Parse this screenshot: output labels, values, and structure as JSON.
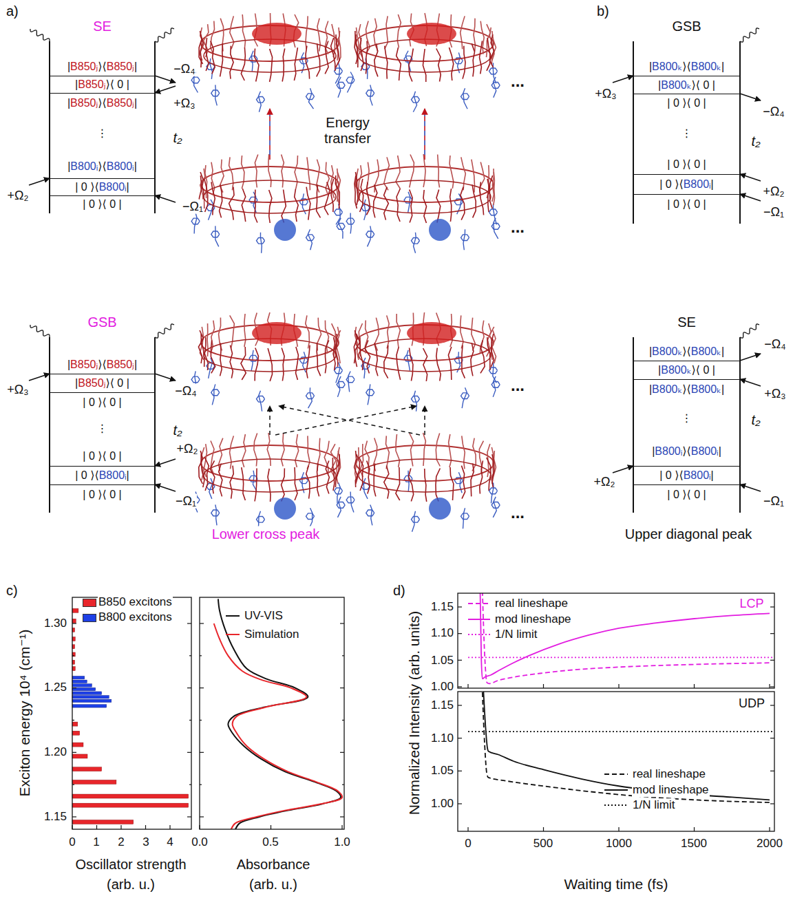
{
  "diagram": {
    "nodes": [
      {
        "text": [
          "SE"
        ]
      },
      {
        "text": [
          "|B850ⱼ⟩⟨B850ⱼ|"
        ],
        "in": 0
      },
      {
        "text": [
          "|B850ⱼ⟩⟨ 0 |"
        ],
        "in": 0
      },
      {
        "text": [
          "|B850ⱼ⟩⟨B850ⱼ|"
        ],
        "in": 0
      },
      {
        "text": [
          "⋮"
        ],
        "in": 0
      },
      {
        "text": [
          "|B800ᵢ⟩⟨B800ᵢ|"
        ],
        "in": 0
      },
      {
        "text": [
          "| 0 ⟩⟨B800ᵢ|"
        ],
        "in": 0
      },
      {
        "text": [
          "| 0 ⟩⟨ 0 |"
        ],
        "in": 0
      },
      {
        "text": [
          "GSB"
        ]
      },
      {
        "text": [
          "|B800ₖ⟩⟨B800ₖ|"
        ],
        "in": 8
      },
      {
        "text": [
          "|B800ₖ⟩⟨ 0 |"
        ],
        "in": 8
      },
      {
        "text": [
          "| 0 ⟩⟨ 0 |"
        ],
        "in": 8
      },
      {
        "text": [
          "⋮"
        ],
        "in": 8
      },
      {
        "text": [
          "| 0 ⟩⟨ 0 |"
        ],
        "in": 8
      },
      {
        "text": [
          "| 0 ⟩⟨B800ᵢ|"
        ],
        "in": 8
      },
      {
        "text": [
          "| 0 ⟩⟨ 0 |"
        ],
        "in": 8
      },
      {
        "text": [
          "GSB"
        ]
      },
      {
        "text": [
          "|B850ⱼ⟩⟨B850ⱼ|"
        ],
        "in": 16
      },
      {
        "text": [
          "|B850ⱼ⟩⟨ 0 |"
        ],
        "in": 16
      },
      {
        "text": [
          "| 0 ⟩⟨ 0 |"
        ],
        "in": 16
      },
      {
        "text": [
          "⋮"
        ],
        "in": 16
      },
      {
        "text": [
          "| 0 ⟩⟨ 0 |"
        ],
        "in": 16
      },
      {
        "text": [
          "| 0 ⟩⟨B800ᵢ|"
        ],
        "in": 16
      },
      {
        "text": [
          "| 0 ⟩⟨ 0 |"
        ],
        "in": 16
      },
      {
        "text": [
          "SE"
        ]
      },
      {
        "text": [
          "|B800ₖ⟩⟨B800ₖ|"
        ],
        "in": 24
      },
      {
        "text": [
          "|B800ₖ⟩⟨ 0 |"
        ],
        "in": 24
      },
      {
        "text": [
          "|B800ₖ⟩⟨B800ₖ|"
        ],
        "in": 24
      },
      {
        "text": [
          "⋮"
        ],
        "in": 24
      },
      {
        "text": [
          "|B800ᵢ⟩⟨B800ᵢ|"
        ],
        "in": 24
      },
      {
        "text": [
          "| 0 ⟩⟨B800ᵢ|"
        ],
        "in": 24
      },
      {
        "text": [
          "| 0 ⟩⟨ 0 |"
        ],
        "in": 24
      }
    ],
    "labels": [
      "a)",
      "−Ω₄",
      "+Ω₃",
      "t₂",
      "+Ω₂",
      "−Ω₁",
      "...",
      "Energy transfer",
      "...",
      "b)",
      "+Ω₃",
      "−Ω₄",
      "t₂",
      "+Ω₂",
      "−Ω₁",
      "+Ω₃",
      "−Ω₄",
      "t₂",
      "+Ω₂",
      "−Ω₁",
      "...",
      "...",
      "−Ω₄",
      "+Ω₃",
      "t₂",
      "+Ω₂",
      "−Ω₁",
      "Lower cross peak",
      "Upper diagonal peak",
      "c)",
      "Exciton energy 10⁴ (cm⁻¹)",
      "1.30",
      "1.25",
      "1.20",
      "1.15",
      "0",
      "1",
      "2",
      "3",
      "4",
      "Oscillator strength",
      "(arb. u.)",
      "0.0",
      "0.5",
      "1.0",
      "Absorbance",
      "(arb. u.)",
      "d)",
      "Normalized Intensity (arb. units)",
      "LCP",
      "1.15",
      "1.10",
      "1.05",
      "1.00",
      "UDP",
      "1.15",
      "1.10",
      "1.05",
      "1.00",
      "0",
      "500",
      "1000",
      "1500",
      "2000",
      "Waiting time (fs)"
    ],
    "legend": [
      {
        "text": "B850 excitons",
        "color": "#e8262b"
      },
      {
        "text": "B800 excitons",
        "color": "#1e40e6"
      },
      {
        "text": "UV-VIS"
      },
      {
        "text": "Simulation"
      },
      {
        "text": "real lineshape"
      },
      {
        "text": "mod lineshape"
      },
      {
        "text": "1/N limit"
      },
      {
        "text": "real lineshape"
      },
      {
        "text": "mod lineshape"
      },
      {
        "text": "1/N limit"
      }
    ]
  }
}
